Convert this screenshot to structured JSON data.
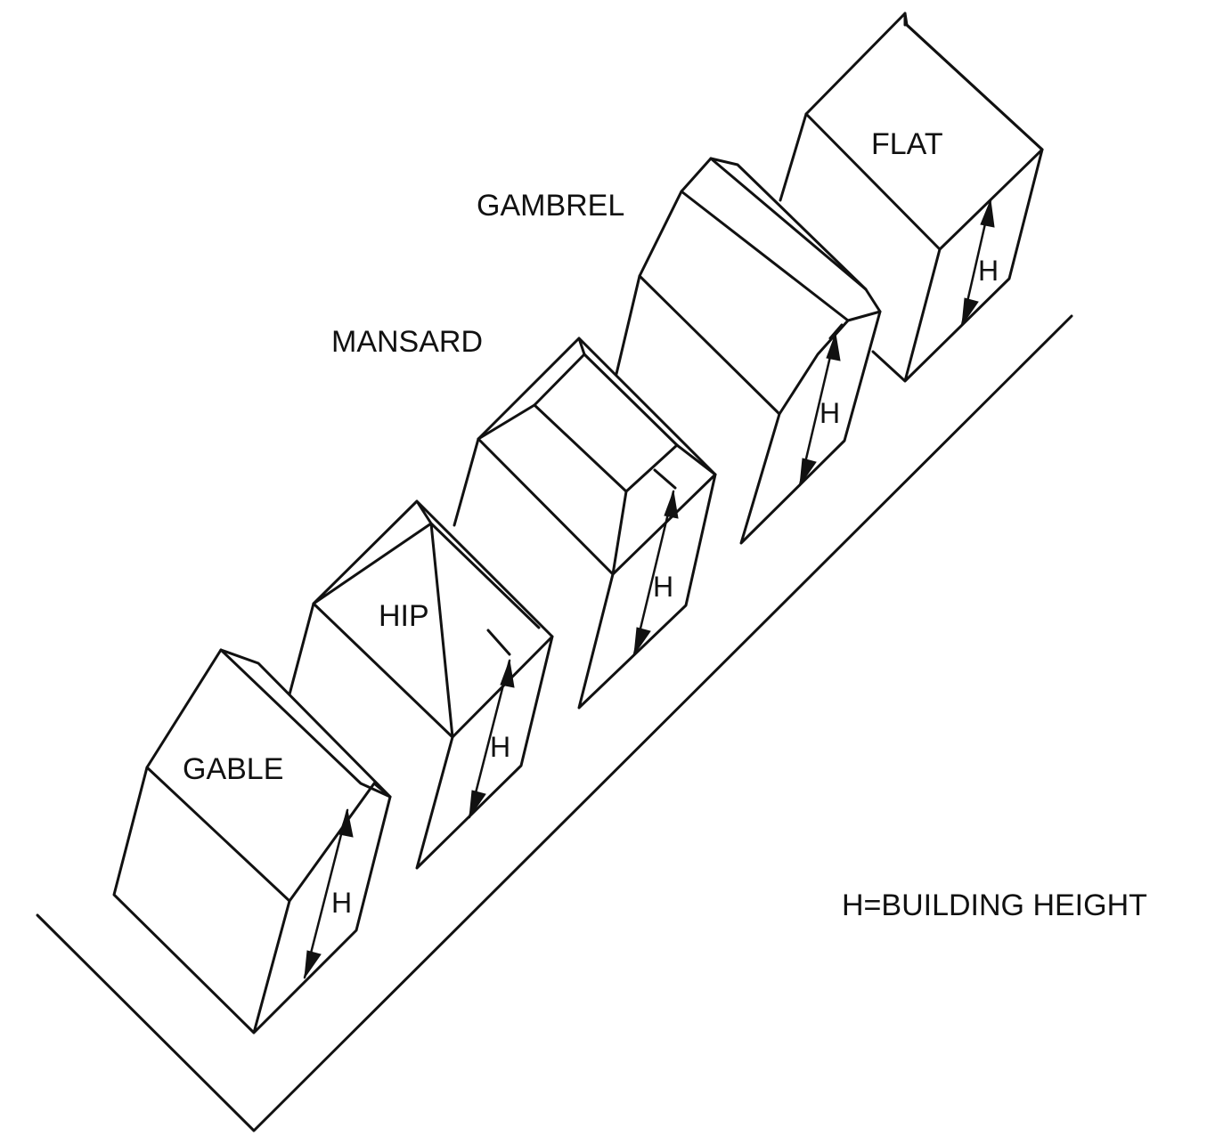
{
  "roof_types": [
    {
      "id": "gable",
      "label": "GABLE"
    },
    {
      "id": "hip",
      "label": "HIP"
    },
    {
      "id": "mansard",
      "label": "MANSARD"
    },
    {
      "id": "gambrel",
      "label": "GAMBREL"
    },
    {
      "id": "flat",
      "label": "FLAT"
    }
  ],
  "height_marker": "H",
  "legend": "H=BUILDING HEIGHT",
  "line_color": "#111111",
  "background": "#ffffff"
}
